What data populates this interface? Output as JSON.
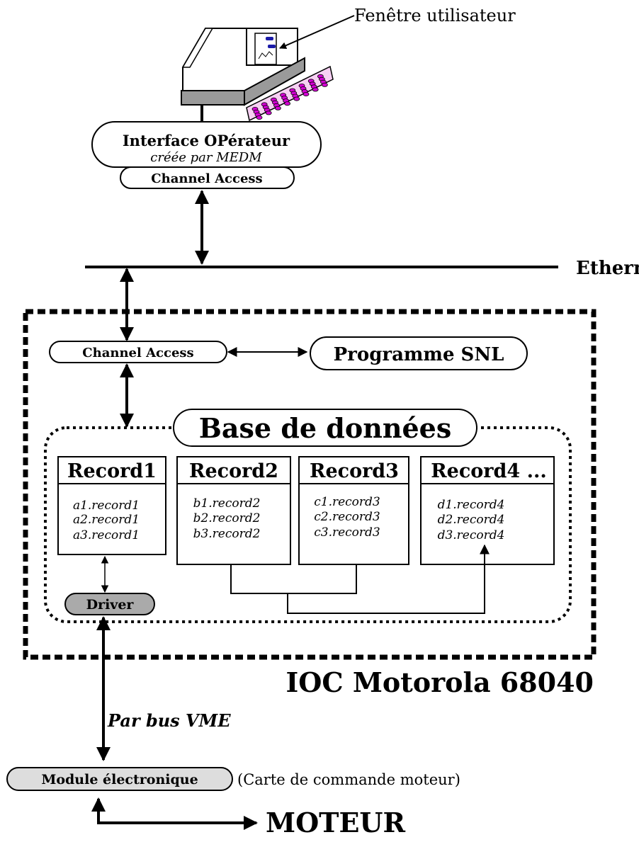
{
  "workstation": {
    "window_label": "Fenêtre utilisateur"
  },
  "opi": {
    "title": "Interface OPérateur",
    "subtitle": "créée par MEDM",
    "ca_label": "Channel Access"
  },
  "network": {
    "ethernet_label": "Ethernet"
  },
  "ioc": {
    "label": "IOC Motorola 68040",
    "ca_label": "Channel Access",
    "snl_label": "Programme SNL",
    "database_label": "Base de données",
    "driver_label": "Driver",
    "records": [
      {
        "title": "Record1",
        "fields": [
          "a1.record1",
          "a2.record1",
          "a3.record1"
        ]
      },
      {
        "title": "Record2",
        "fields": [
          "b1.record2",
          "b2.record2",
          "b3.record2"
        ]
      },
      {
        "title": "Record3",
        "fields": [
          "c1.record3",
          "c2.record3",
          "c3.record3"
        ]
      },
      {
        "title": "Record4 ...",
        "fields": [
          "d1.record4",
          "d2.record4",
          "d3.record4"
        ]
      }
    ]
  },
  "bus": {
    "label": "Par bus VME"
  },
  "hardware": {
    "module_label": "Module électronique",
    "module_note": "(Carte de commande moteur)",
    "motor_label": "MOTEUR"
  },
  "colors": {
    "screen_gray": "#9a9a9a",
    "keyboard_pink": "#f7d0f3",
    "key_magenta": "#d400d4",
    "driver_fill": "#aaaaaa",
    "module_fill": "#dddddd",
    "window_blue": "#1a1aa8"
  }
}
